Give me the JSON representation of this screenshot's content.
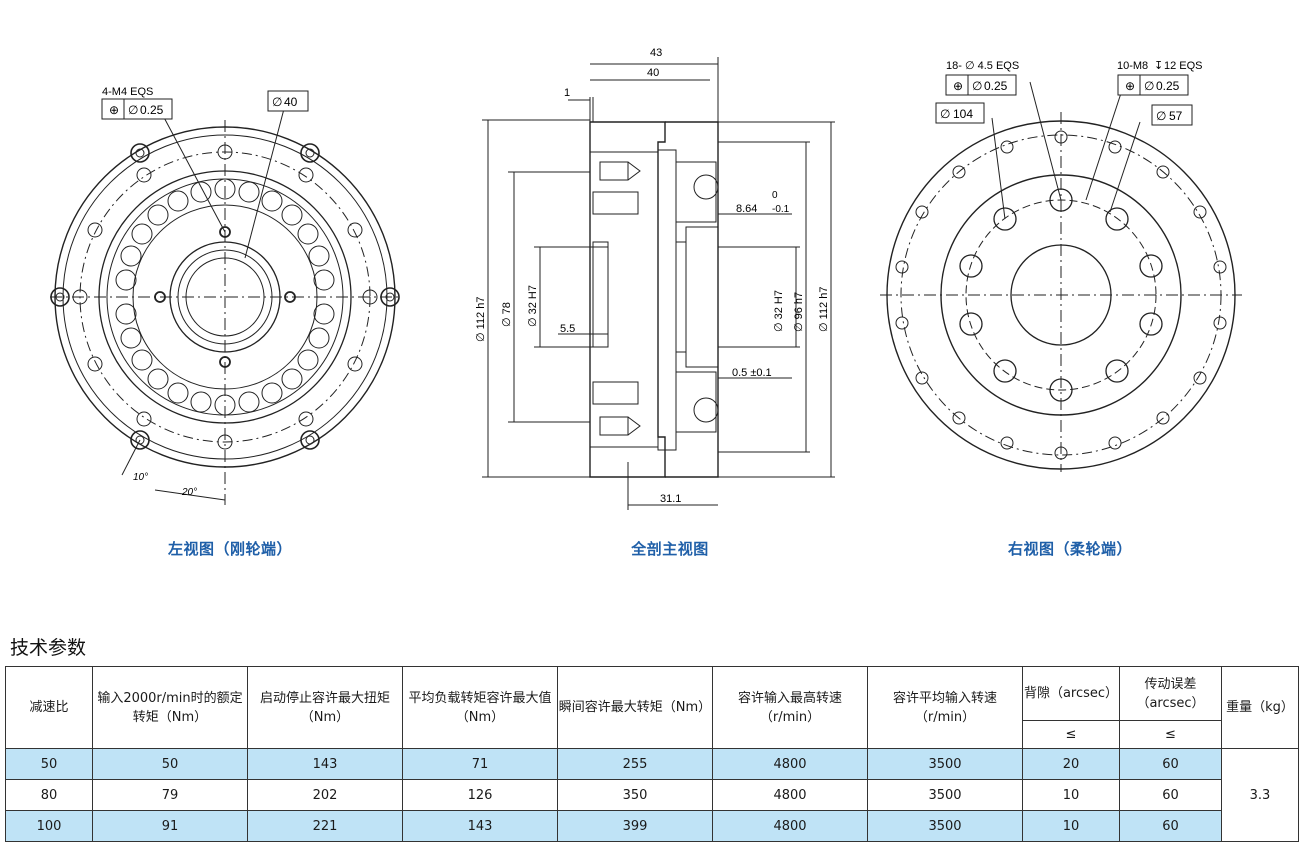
{
  "views": [
    {
      "caption": "左视图（刚轮端）",
      "annotations": {
        "hole_note": "4-M4 EQS",
        "tol": "0.25",
        "dia": "40",
        "ang1": "10°",
        "ang2": "20°"
      }
    },
    {
      "caption": "全剖主视图",
      "annotations": {
        "d43": "43",
        "d40": "40",
        "d1": "1",
        "d864": "8.64",
        "d864_up": "0",
        "d864_low": "-0.1",
        "d112a": "112 h7",
        "d78": "78",
        "d32a": "32 H7",
        "d55": "5.5",
        "d32b": "32 H7",
        "d96": "96 h7",
        "d112b": "112 h7",
        "d05": "0.5 ±0.1",
        "d311": "31.1"
      }
    },
    {
      "caption": "右视图（柔轮端）",
      "annotations": {
        "hole_note": "18- ∅ 4.5 EQS",
        "tol1": "0.25",
        "note2": "10-M8",
        "note2b": "12 EQS",
        "tol2": "0.25",
        "dia104": "104",
        "dia57": "57"
      }
    }
  ],
  "section_title": "技术参数",
  "table": {
    "headers": {
      "ratio": "减速比",
      "rated": "输入2000r/min时的额定转矩（Nm）",
      "start_stop": "启动停止容许最大扭矩（Nm）",
      "avg_load": "平均负载转矩容许最大值（Nm）",
      "instant": "瞬间容许最大转矩（Nm）",
      "max_speed": "容许输入最高转速（r/min）",
      "avg_speed": "容许平均输入转速（r/min）",
      "backlash": "背隙（arcsec）",
      "error": "传动误差（arcsec）",
      "weight": "重量（kg）",
      "le": "≤"
    },
    "rows": [
      {
        "ratio": "50",
        "rated": "50",
        "start_stop": "143",
        "avg_load": "71",
        "instant": "255",
        "max_speed": "4800",
        "avg_speed": "3500",
        "backlash": "20",
        "error": "60"
      },
      {
        "ratio": "80",
        "rated": "79",
        "start_stop": "202",
        "avg_load": "126",
        "instant": "350",
        "max_speed": "4800",
        "avg_speed": "3500",
        "backlash": "10",
        "error": "60"
      },
      {
        "ratio": "100",
        "rated": "91",
        "start_stop": "221",
        "avg_load": "143",
        "instant": "399",
        "max_speed": "4800",
        "avg_speed": "3500",
        "backlash": "10",
        "error": "60"
      }
    ],
    "weight": "3.3"
  },
  "colors": {
    "caption": "#1f5fa8",
    "row_highlight": "#bfe3f6"
  }
}
